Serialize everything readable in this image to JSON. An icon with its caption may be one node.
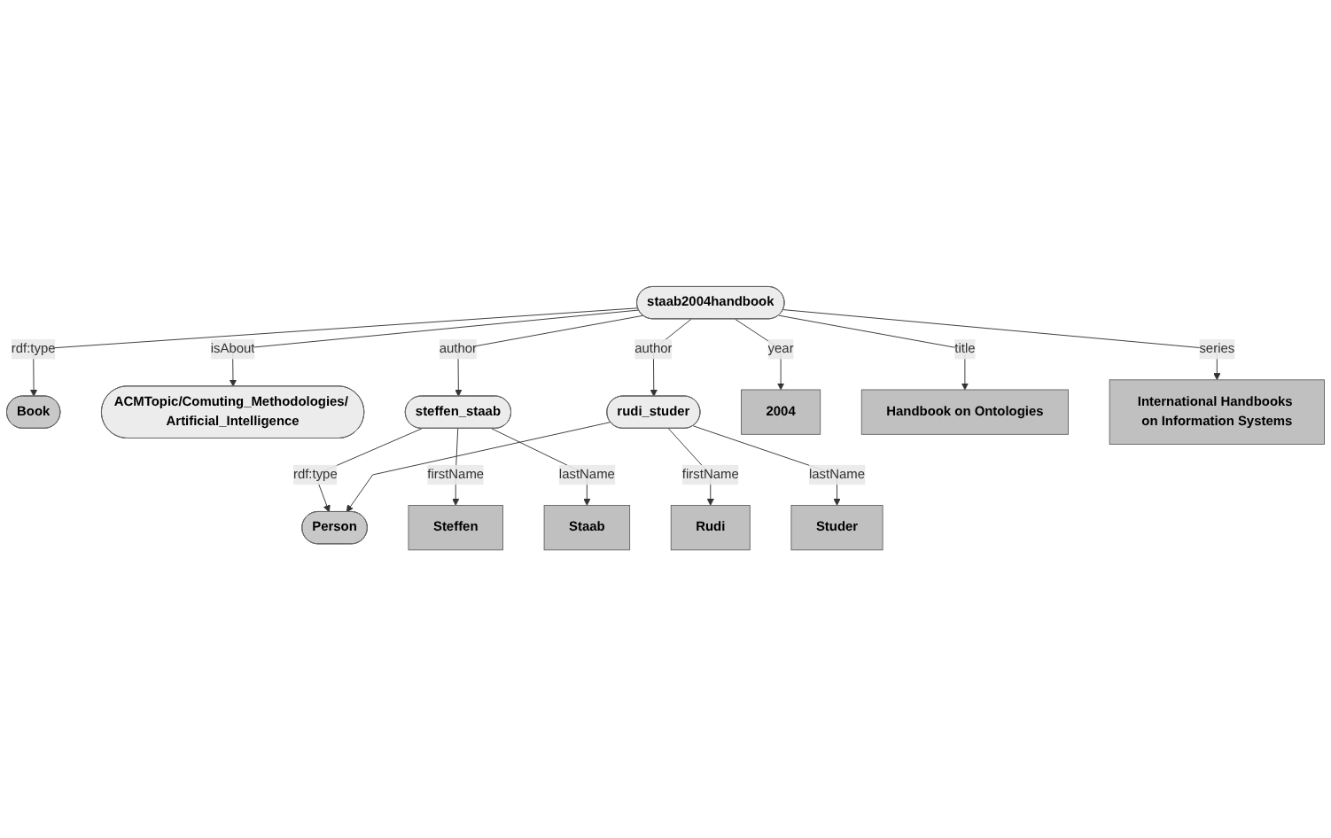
{
  "diagram": {
    "nodes": [
      {
        "text": [
          "Person"
        ]
      },
      {
        "text": [
          "Book"
        ]
      },
      {
        "text": [
          "staab2004handbook"
        ]
      },
      {
        "text": [
          "ACMTopic/Comuting_Methodologies/ Artificial_Intelligence"
        ]
      },
      {
        "text": [
          "steffen_staab"
        ]
      },
      {
        "text": [
          "rudi_studer"
        ]
      },
      {
        "text": [
          "Steffen"
        ]
      },
      {
        "text": [
          "Staab"
        ]
      },
      {
        "text": [
          "Rudi"
        ]
      },
      {
        "text": [
          "Studer"
        ]
      },
      {
        "text": [
          "2004"
        ]
      },
      {
        "text": [
          "Handbook on Ontologies"
        ]
      },
      {
        "text": [
          "International Handbooks on Information Systems"
        ]
      }
    ],
    "edges": [
      {
        "from": 4,
        "to": 0,
        "arrow": "to",
        "label": "rdf:type"
      },
      {
        "from": 5,
        "to": 0,
        "arrow": "to"
      },
      {
        "from": 2,
        "to": 1,
        "arrow": "to",
        "label": "rdf:type"
      },
      {
        "from": 2,
        "to": 4,
        "arrow": "to",
        "label": "author"
      },
      {
        "from": 2,
        "to": 5,
        "arrow": "to",
        "label": "author"
      },
      {
        "from": 2,
        "to": 3,
        "arrow": "to",
        "label": "isAbout"
      },
      {
        "from": 4,
        "to": 6,
        "arrow": "to",
        "label": "firstName"
      },
      {
        "from": 4,
        "to": 7,
        "arrow": "to",
        "label": "lastName"
      },
      {
        "from": 5,
        "to": 8,
        "arrow": "to",
        "label": "firstName"
      },
      {
        "from": 5,
        "to": 9,
        "arrow": "to",
        "label": "lastName"
      },
      {
        "from": 2,
        "to": 10,
        "arrow": "to",
        "label": "year"
      },
      {
        "from": 2,
        "to": 11,
        "arrow": "to",
        "label": "title"
      },
      {
        "from": 2,
        "to": 12,
        "arrow": "to",
        "label": "series"
      }
    ]
  }
}
